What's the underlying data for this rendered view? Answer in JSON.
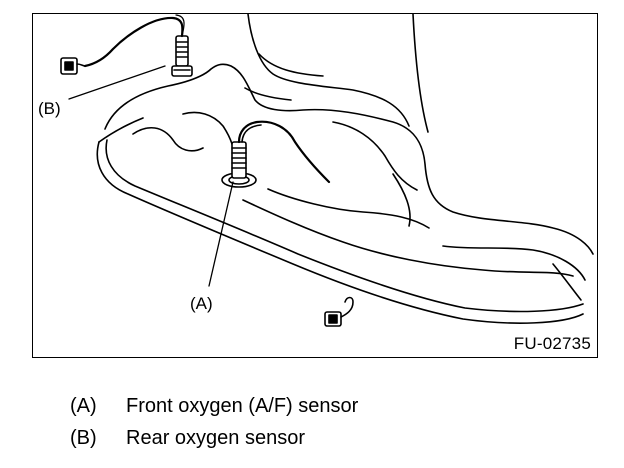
{
  "figure": {
    "id_label": "FU-02735",
    "callouts": {
      "a": "(A)",
      "b": "(B)"
    }
  },
  "legend": [
    {
      "key": "(A)",
      "text": "Front oxygen (A/F) sensor"
    },
    {
      "key": "(B)",
      "text": "Rear oxygen sensor"
    }
  ]
}
